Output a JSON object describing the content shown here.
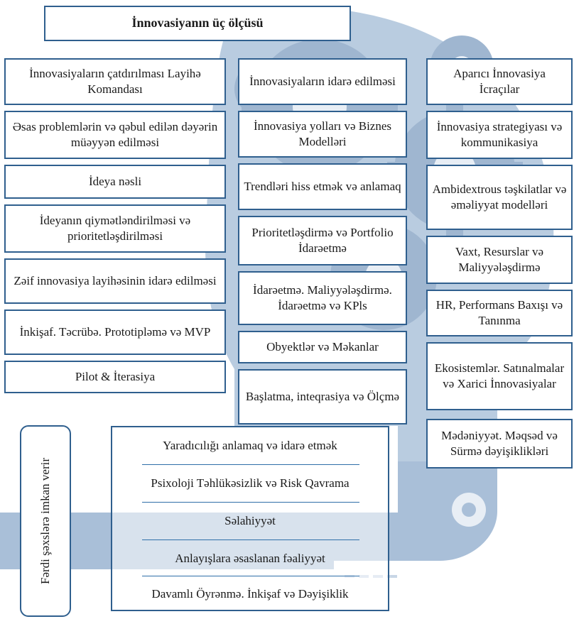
{
  "title": "İnnovasiyanın üç ölçüsü",
  "left_column": [
    "İnnovasiyaların çatdırılması Layihə Komandası",
    "Əsas problemlərin və qəbul edilən dəyərin müəyyən edilməsi",
    "İdeya nəsli",
    "İdeyanın qiymətləndirilməsi və prioritetləşdirilməsi",
    "Zəif innovasiya layihəsinin idarə edilməsi",
    "İnkişaf. Təcrübə. Prototipləmə və MVP",
    "Pilot & İterasiya"
  ],
  "middle_column": [
    "İnnovasiyaların idarə edilməsi",
    "İnnovasiya yolları və Biznes Modelləri",
    "Trendləri hiss etmək və anlamaq",
    "Prioritetləşdirmə və Portfolio İdarəetmə",
    "İdarəetmə. Maliyyələşdirmə. İdarəetmə və KPls",
    "Obyektlər və Məkanlar",
    "Başlatma, inteqrasiya və Ölçmə"
  ],
  "right_column": [
    "Aparıcı İnnovasiya İcraçılar",
    "İnnovasiya strategiyası və kommunikasiya",
    "Ambidextrous təşkilatlar və əməliyyat modelləri",
    "Vaxt, Resurslar və Maliyyələşdirmə",
    "HR, Performans Baxışı və Tanınma",
    "Ekosistemlər. Satınalmalar və Xarici İnnovasiyalar",
    "Mədəniyyət. Məqsəd və Sürmə dəyişiklikləri"
  ],
  "sidebar_label": "Fərdi şəxslərə imkan verir",
  "individual_items": [
    "Yaradıcılığı anlamaq və idarə etmək",
    "Psixoloji Təhlükəsizlik və Risk Qavrama",
    "Səlahiyyət",
    "Anlayışlara əsaslanan fəaliyyət",
    "Davamlı Öyrənmə. İnkişaf və Dəyişiklik"
  ],
  "colors": {
    "border": "#2f5f8e",
    "background_graphic": "#a9bfd8",
    "gear": "#9fb6d0",
    "gear_center": "#e8eef5",
    "divider": "#2f6fa8"
  }
}
